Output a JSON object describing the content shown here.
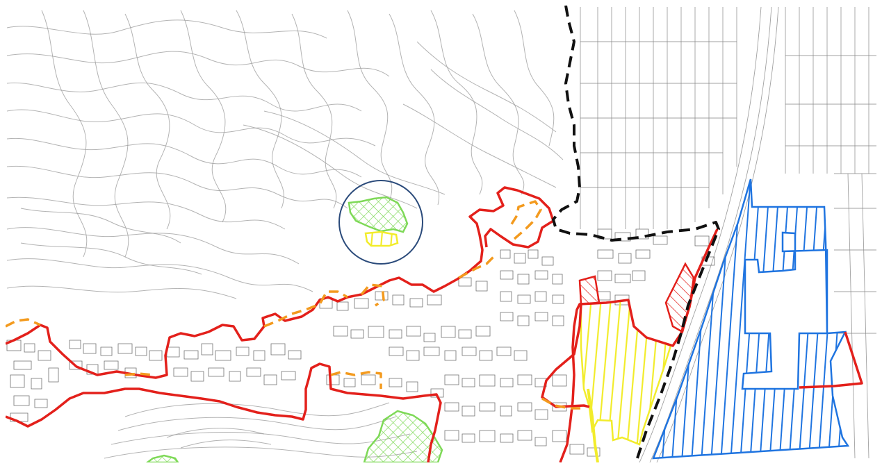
{
  "map": {
    "colors": {
      "background": "#ffffff",
      "base_lines": "#9a9a9a",
      "urban_perimeter": "#e3201b",
      "proposed_perimeter": "#f39a1e",
      "municipal_boundary": "#111111",
      "expansion_area": "#f2ec2b",
      "industrial_area": "#1f74e0",
      "green_area": "#7ed957",
      "highlight_circle": "#2a4a7a"
    },
    "layers": [
      "base-cartography",
      "urban-perimeter-red",
      "proposed-perimeter-orange-dashed",
      "municipal-boundary-black-dashed",
      "expansion-area-yellow-hatched",
      "industrial-area-blue-hatched",
      "green-areas-crosshatched",
      "highlight-circle"
    ]
  }
}
